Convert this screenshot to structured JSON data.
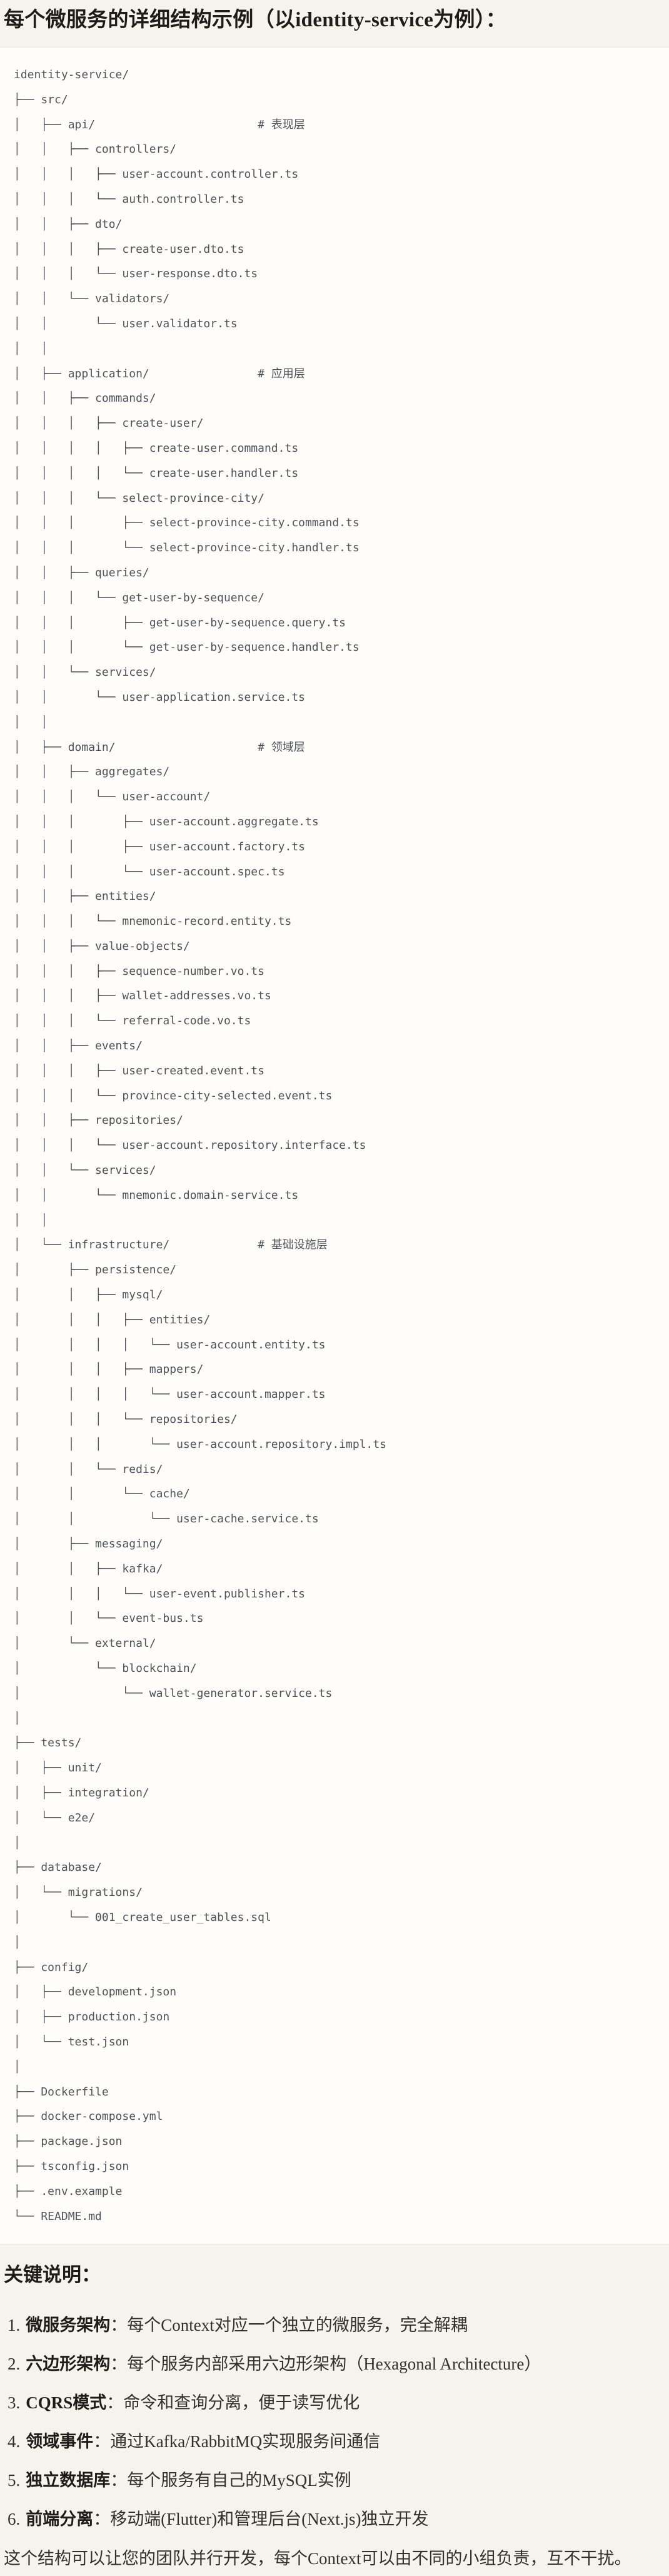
{
  "page": {
    "title": "每个微服务的详细结构示例（以identity-service为例）："
  },
  "code": {
    "lines": [
      "identity-service/",
      "├── src/",
      "│   ├── api/                        # 表现层",
      "│   │   ├── controllers/",
      "│   │   │   ├── user-account.controller.ts",
      "│   │   │   └── auth.controller.ts",
      "│   │   ├── dto/",
      "│   │   │   ├── create-user.dto.ts",
      "│   │   │   └── user-response.dto.ts",
      "│   │   └── validators/",
      "│   │       └── user.validator.ts",
      "│   │",
      "│   ├── application/                # 应用层",
      "│   │   ├── commands/",
      "│   │   │   ├── create-user/",
      "│   │   │   │   ├── create-user.command.ts",
      "│   │   │   │   └── create-user.handler.ts",
      "│   │   │   └── select-province-city/",
      "│   │   │       ├── select-province-city.command.ts",
      "│   │   │       └── select-province-city.handler.ts",
      "│   │   ├── queries/",
      "│   │   │   └── get-user-by-sequence/",
      "│   │   │       ├── get-user-by-sequence.query.ts",
      "│   │   │       └── get-user-by-sequence.handler.ts",
      "│   │   └── services/",
      "│   │       └── user-application.service.ts",
      "│   │",
      "│   ├── domain/                     # 领域层",
      "│   │   ├── aggregates/",
      "│   │   │   └── user-account/",
      "│   │   │       ├── user-account.aggregate.ts",
      "│   │   │       ├── user-account.factory.ts",
      "│   │   │       └── user-account.spec.ts",
      "│   │   ├── entities/",
      "│   │   │   └── mnemonic-record.entity.ts",
      "│   │   ├── value-objects/",
      "│   │   │   ├── sequence-number.vo.ts",
      "│   │   │   ├── wallet-addresses.vo.ts",
      "│   │   │   └── referral-code.vo.ts",
      "│   │   ├── events/",
      "│   │   │   ├── user-created.event.ts",
      "│   │   │   └── province-city-selected.event.ts",
      "│   │   ├── repositories/",
      "│   │   │   └── user-account.repository.interface.ts",
      "│   │   └── services/",
      "│   │       └── mnemonic.domain-service.ts",
      "│   │",
      "│   └── infrastructure/             # 基础设施层",
      "│       ├── persistence/",
      "│       │   ├── mysql/",
      "│       │   │   ├── entities/",
      "│       │   │   │   └── user-account.entity.ts",
      "│       │   │   ├── mappers/",
      "│       │   │   │   └── user-account.mapper.ts",
      "│       │   │   └── repositories/",
      "│       │   │       └── user-account.repository.impl.ts",
      "│       │   └── redis/",
      "│       │       └── cache/",
      "│       │           └── user-cache.service.ts",
      "│       ├── messaging/",
      "│       │   ├── kafka/",
      "│       │   │   └── user-event.publisher.ts",
      "│       │   └── event-bus.ts",
      "│       └── external/",
      "│           └── blockchain/",
      "│               └── wallet-generator.service.ts",
      "│",
      "├── tests/",
      "│   ├── unit/",
      "│   ├── integration/",
      "│   └── e2e/",
      "│",
      "├── database/",
      "│   └── migrations/",
      "│       └── 001_create_user_tables.sql",
      "│",
      "├── config/",
      "│   ├── development.json",
      "│   ├── production.json",
      "│   └── test.json",
      "│",
      "├── Dockerfile",
      "├── docker-compose.yml",
      "├── package.json",
      "├── tsconfig.json",
      "├── .env.example",
      "└── README.md"
    ]
  },
  "notes": {
    "heading": "关键说明：",
    "items": [
      {
        "num": "1.",
        "label": "微服务架构",
        "text": "：每个Context对应一个独立的微服务，完全解耦"
      },
      {
        "num": "2.",
        "label": "六边形架构",
        "text": "：每个服务内部采用六边形架构（Hexagonal Architecture）"
      },
      {
        "num": "3.",
        "label": "CQRS模式",
        "text": "：命令和查询分离，便于读写优化"
      },
      {
        "num": "4.",
        "label": "领域事件",
        "text": "：通过Kafka/RabbitMQ实现服务间通信"
      },
      {
        "num": "5.",
        "label": "独立数据库",
        "text": "：每个服务有自己的MySQL实例"
      },
      {
        "num": "6.",
        "label": "前端分离",
        "text": "：移动端(Flutter)和管理后台(Next.js)独立开发"
      }
    ],
    "footer": "这个结构可以让您的团队并行开发，每个Context可以由不同的小组负责，互不干扰。"
  },
  "colors": {
    "page_bg": "#f5f3ec",
    "code_bg": "#fefdfa",
    "code_border": "#e8e5dc",
    "code_text": "#4e525a",
    "heading_text": "#1d1c18",
    "body_text": "#32312c"
  }
}
